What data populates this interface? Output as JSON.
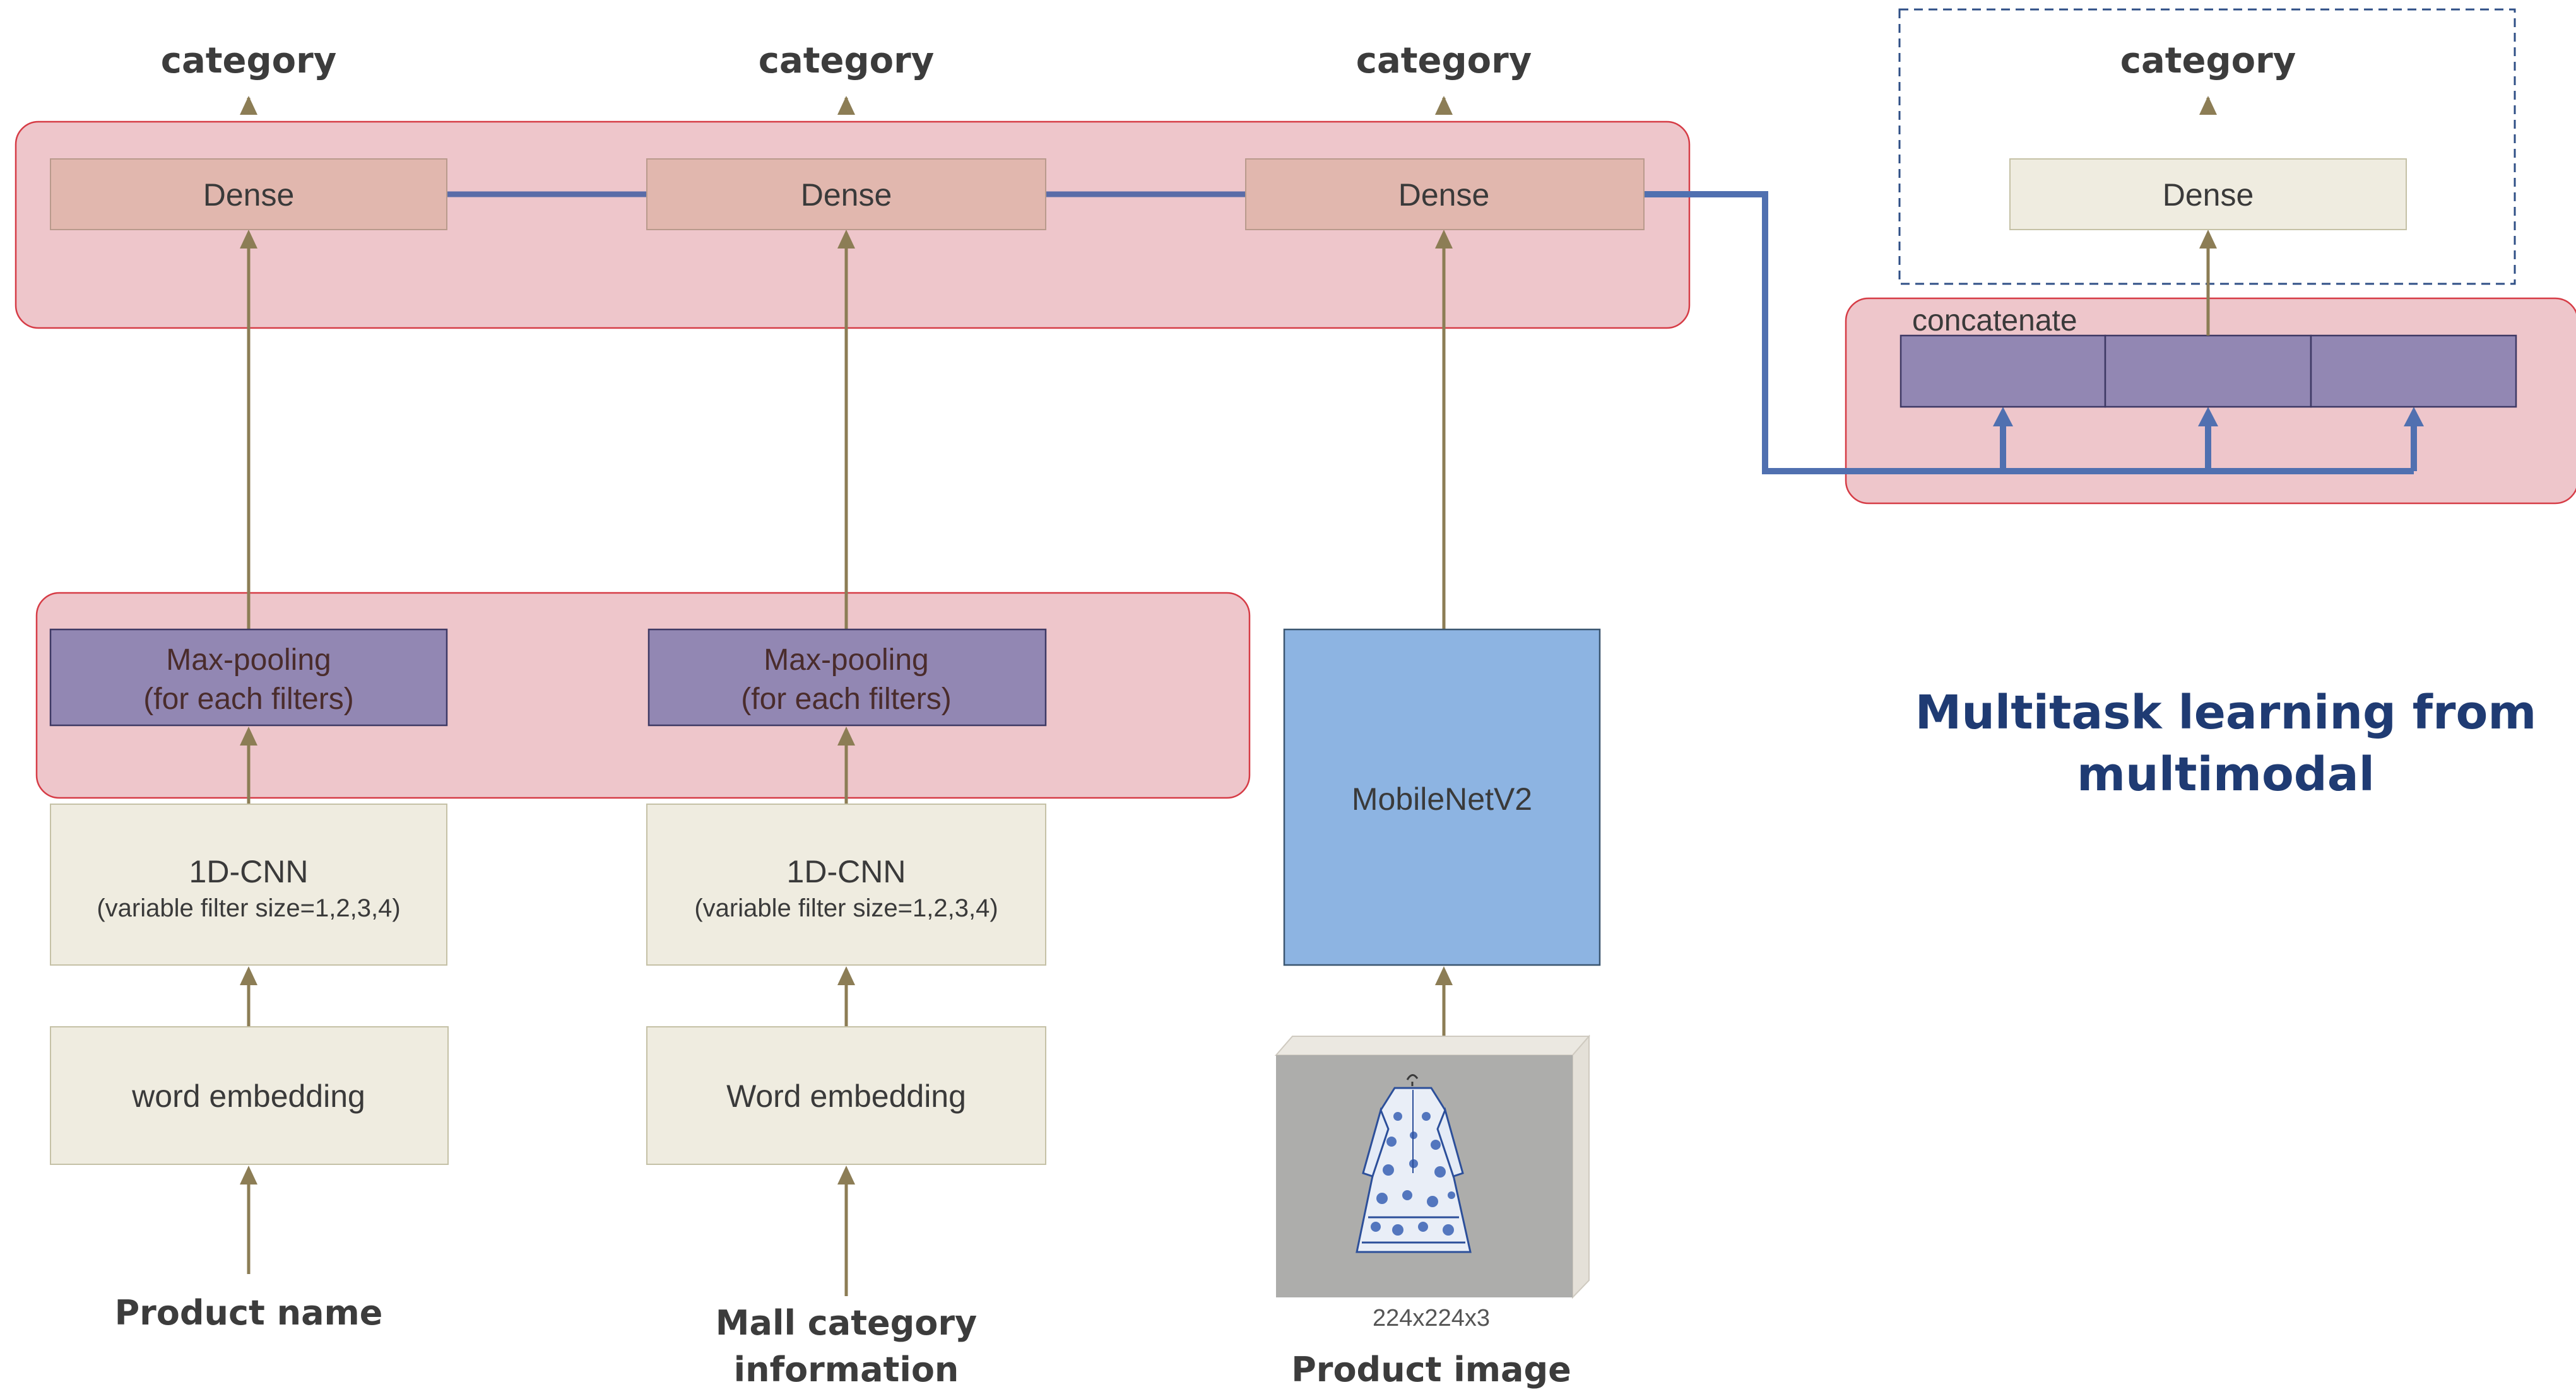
{
  "outputs": {
    "category_1": "category",
    "category_2": "category",
    "category_3": "category",
    "category_4": "category"
  },
  "dense": {
    "d1": "Dense",
    "d2": "Dense",
    "d3": "Dense",
    "d4": "Dense"
  },
  "concat": {
    "label": "concatenate"
  },
  "pooling": {
    "p1_line1": "Max-pooling",
    "p1_line2": "(for each filters)",
    "p2_line1": "Max-pooling",
    "p2_line2": "(for each filters)"
  },
  "cnn": {
    "c1_title": "1D-CNN",
    "c1_sub": "(variable filter size=1,2,3,4)",
    "c2_title": "1D-CNN",
    "c2_sub": "(variable filter size=1,2,3,4)"
  },
  "mobilenet": {
    "label": "MobileNetV2"
  },
  "embedding": {
    "e1": "word embedding",
    "e2": "Word embedding"
  },
  "image": {
    "dims": "224x224x3"
  },
  "inputs": {
    "product_name": "Product name",
    "mall_line1": "Mall category",
    "mall_line2": "information",
    "product_image": "Product image"
  },
  "title": {
    "line1": "Multitask learning from",
    "line2": "multimodal"
  },
  "colors": {
    "group_fill": "#eec6cb",
    "group_stroke": "#d63c46",
    "dense_fill": "#e1b7ae",
    "pool_fill": "#9287b3",
    "mobilenet_fill": "#8db4e2",
    "arrow": "#8c7d55",
    "connector": "#5a6ca8",
    "title": "#1f3b73"
  }
}
